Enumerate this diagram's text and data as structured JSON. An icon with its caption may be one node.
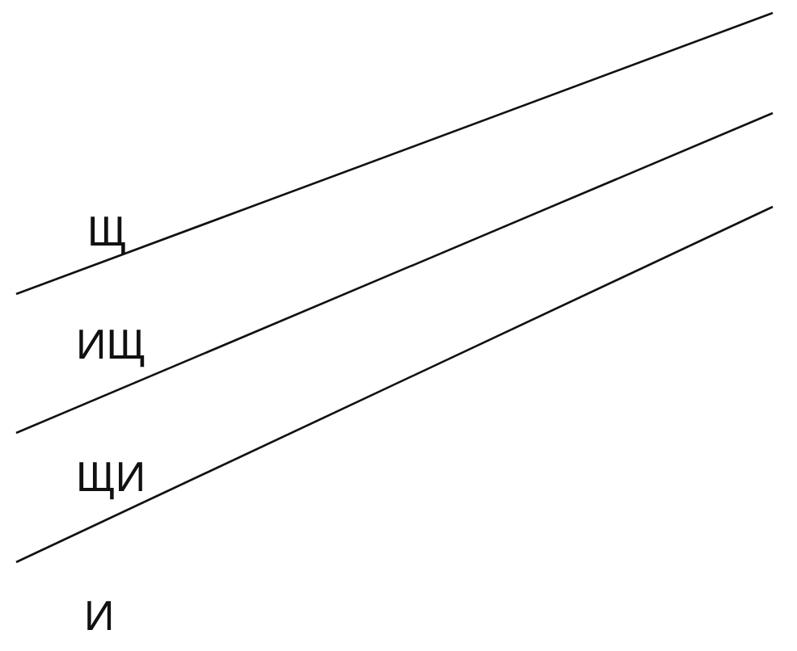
{
  "diagram": {
    "labels": [
      "Щ",
      "ИЩ",
      "ЩИ",
      "И"
    ]
  }
}
